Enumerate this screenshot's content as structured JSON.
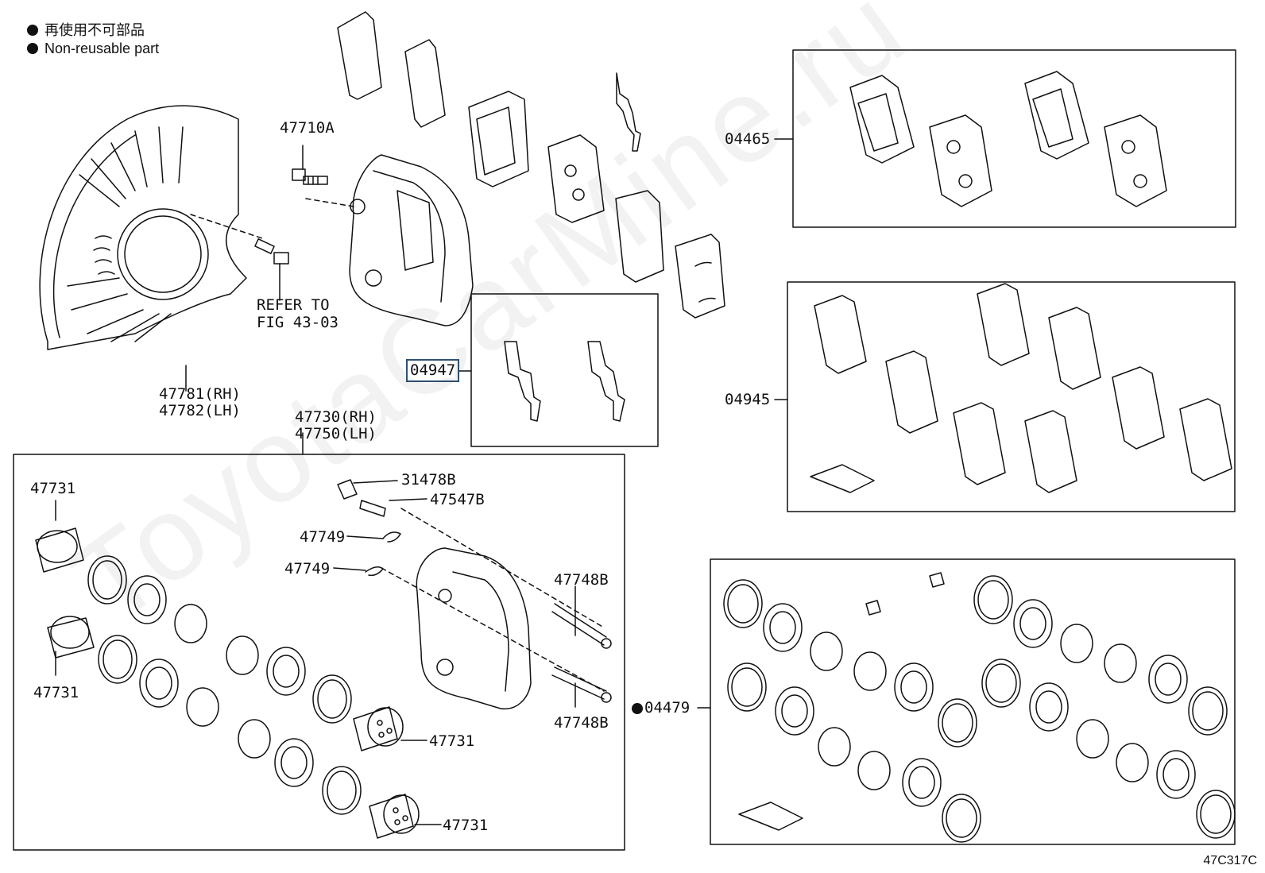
{
  "legend": {
    "line1": "再使用不可部品",
    "line2": "Non-reusable part"
  },
  "watermark": "ToyotaCarMine.ru",
  "figure_code": "47C317C",
  "callouts": {
    "c47710A": "47710A",
    "refer_line1": "REFER TO",
    "refer_line2": "FIG 43-03",
    "c47781": "47781(RH)",
    "c47782": "47782(LH)",
    "c47730": "47730(RH)",
    "c47750": "47750(LH)",
    "c04947": "04947",
    "c04465": "04465",
    "c04945": "04945",
    "c04479": "04479",
    "c31478B": "31478B",
    "c47547B": "47547B",
    "c47749a": "47749",
    "c47749b": "47749",
    "c47748Ba": "47748B",
    "c47748Bb": "47748B",
    "c47731a": "47731",
    "c47731b": "47731",
    "c47731c": "47731",
    "c47731d": "47731"
  }
}
